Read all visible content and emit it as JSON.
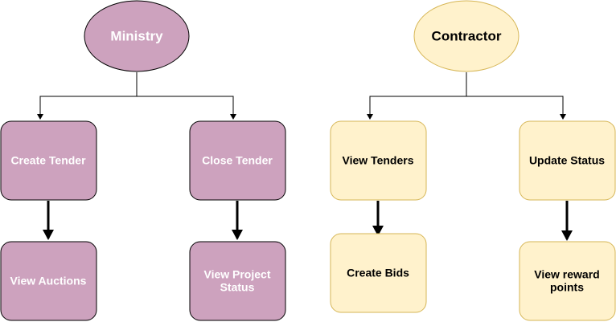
{
  "colors": {
    "ministry_fill": "#cda2be",
    "ministry_stroke": "#000000",
    "contractor_fill": "#fff2cc",
    "contractor_stroke": "#d6b656",
    "line": "#000000"
  },
  "ministry": {
    "title": "Ministry",
    "create_tender": "Create Tender",
    "close_tender": "Close Tender",
    "view_auctions": "View Auctions",
    "view_project_status": [
      "View Project",
      "Status"
    ]
  },
  "contractor": {
    "title": "Contractor",
    "view_tenders": "View Tenders",
    "update_status": "Update Status",
    "create_bids": "Create Bids",
    "view_reward_points": [
      "View reward",
      "points"
    ]
  }
}
